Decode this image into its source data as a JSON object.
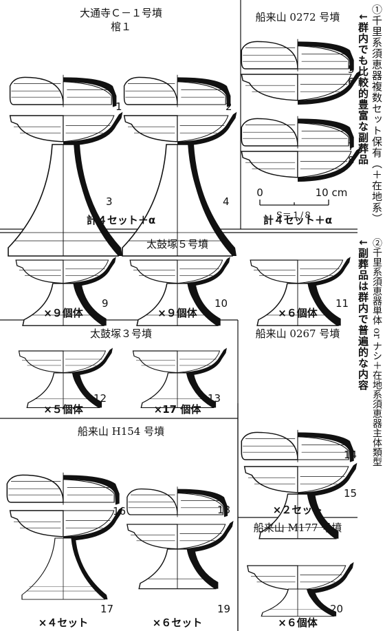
{
  "sites": {
    "daitsuji_title": "大通寺Ｃ－１号墳",
    "daitsuji_sub": "棺１",
    "funakiyama_0272": "船来山 0272 号墳",
    "taikozuka_5": "太鼓塚５号墳",
    "taikozuka_3": "太鼓塚３号墳",
    "funakiyama_0267": "船来山 0267 号墳",
    "funakiyama_h154": "船来山 H154 号墳",
    "funakiyama_m177": "船来山 M177 号墳"
  },
  "totals": {
    "daitsuji": "計４セット＋α",
    "funakiyama_0272": "計４セット＋α"
  },
  "scale": {
    "zero": "0",
    "ten": "10 cm",
    "ratio": "S＝１/８"
  },
  "counts": {
    "n9": "×９個体",
    "n10": "×９個体",
    "n11": "×６個体",
    "n12": "×５個体",
    "n13": "×17 個体",
    "n14_15": "×２セット",
    "n17": "×４セット",
    "n19": "×６セット",
    "n20": "×６個体"
  },
  "numbers": [
    "1",
    "2",
    "3",
    "4",
    "5",
    "6",
    "7",
    "8",
    "9",
    "10",
    "11",
    "12",
    "13",
    "14",
    "15",
    "16",
    "17",
    "18",
    "19",
    "20"
  ],
  "side_notes": {
    "note1_plain": "①千里系須恵器複数セット保有（＋在地系）",
    "note1_bold": "↓群内でも比較的豊富な副葬品",
    "note2_plain": "②千里系須恵器単体 or ナシ＋在地系須恵器主体類型",
    "note2_bold": "↓副葬品は群内で普遍的な内容"
  }
}
